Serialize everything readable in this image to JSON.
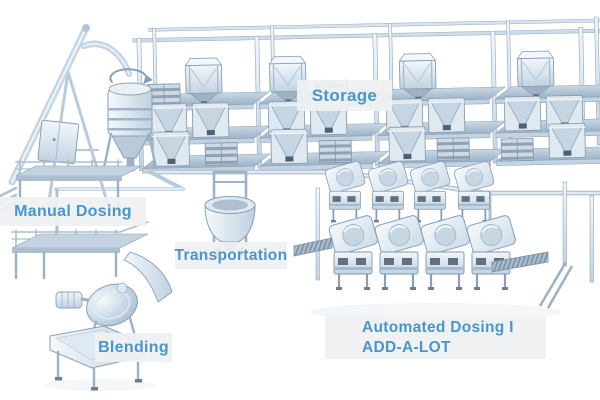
{
  "diagram": {
    "labels": {
      "storage": {
        "text": "Storage"
      },
      "manual_dosing": {
        "text": "Manual Dosing"
      },
      "transportation": {
        "text": "Transportation"
      },
      "blending": {
        "text": "Blending"
      },
      "automated_dosing": {
        "line1": "Automated Dosing I",
        "line2": "ADD-A-LOT"
      }
    },
    "colors": {
      "background": "#ffffff",
      "label_background": "#eef0f1",
      "label_text": "#4b96c7",
      "steel_light": "#f1f6fa",
      "steel_mid": "#c2d3e2",
      "steel_shelf": "#9db3c6",
      "steel_outline": "#8aa0b2",
      "steel_dark": "#5f7284"
    },
    "illustration": {
      "groups": [
        "storage-racks",
        "overhead-rail",
        "manual-dosing-station",
        "transportation-trolley",
        "blending-line",
        "automated-dosing-grid"
      ]
    }
  }
}
